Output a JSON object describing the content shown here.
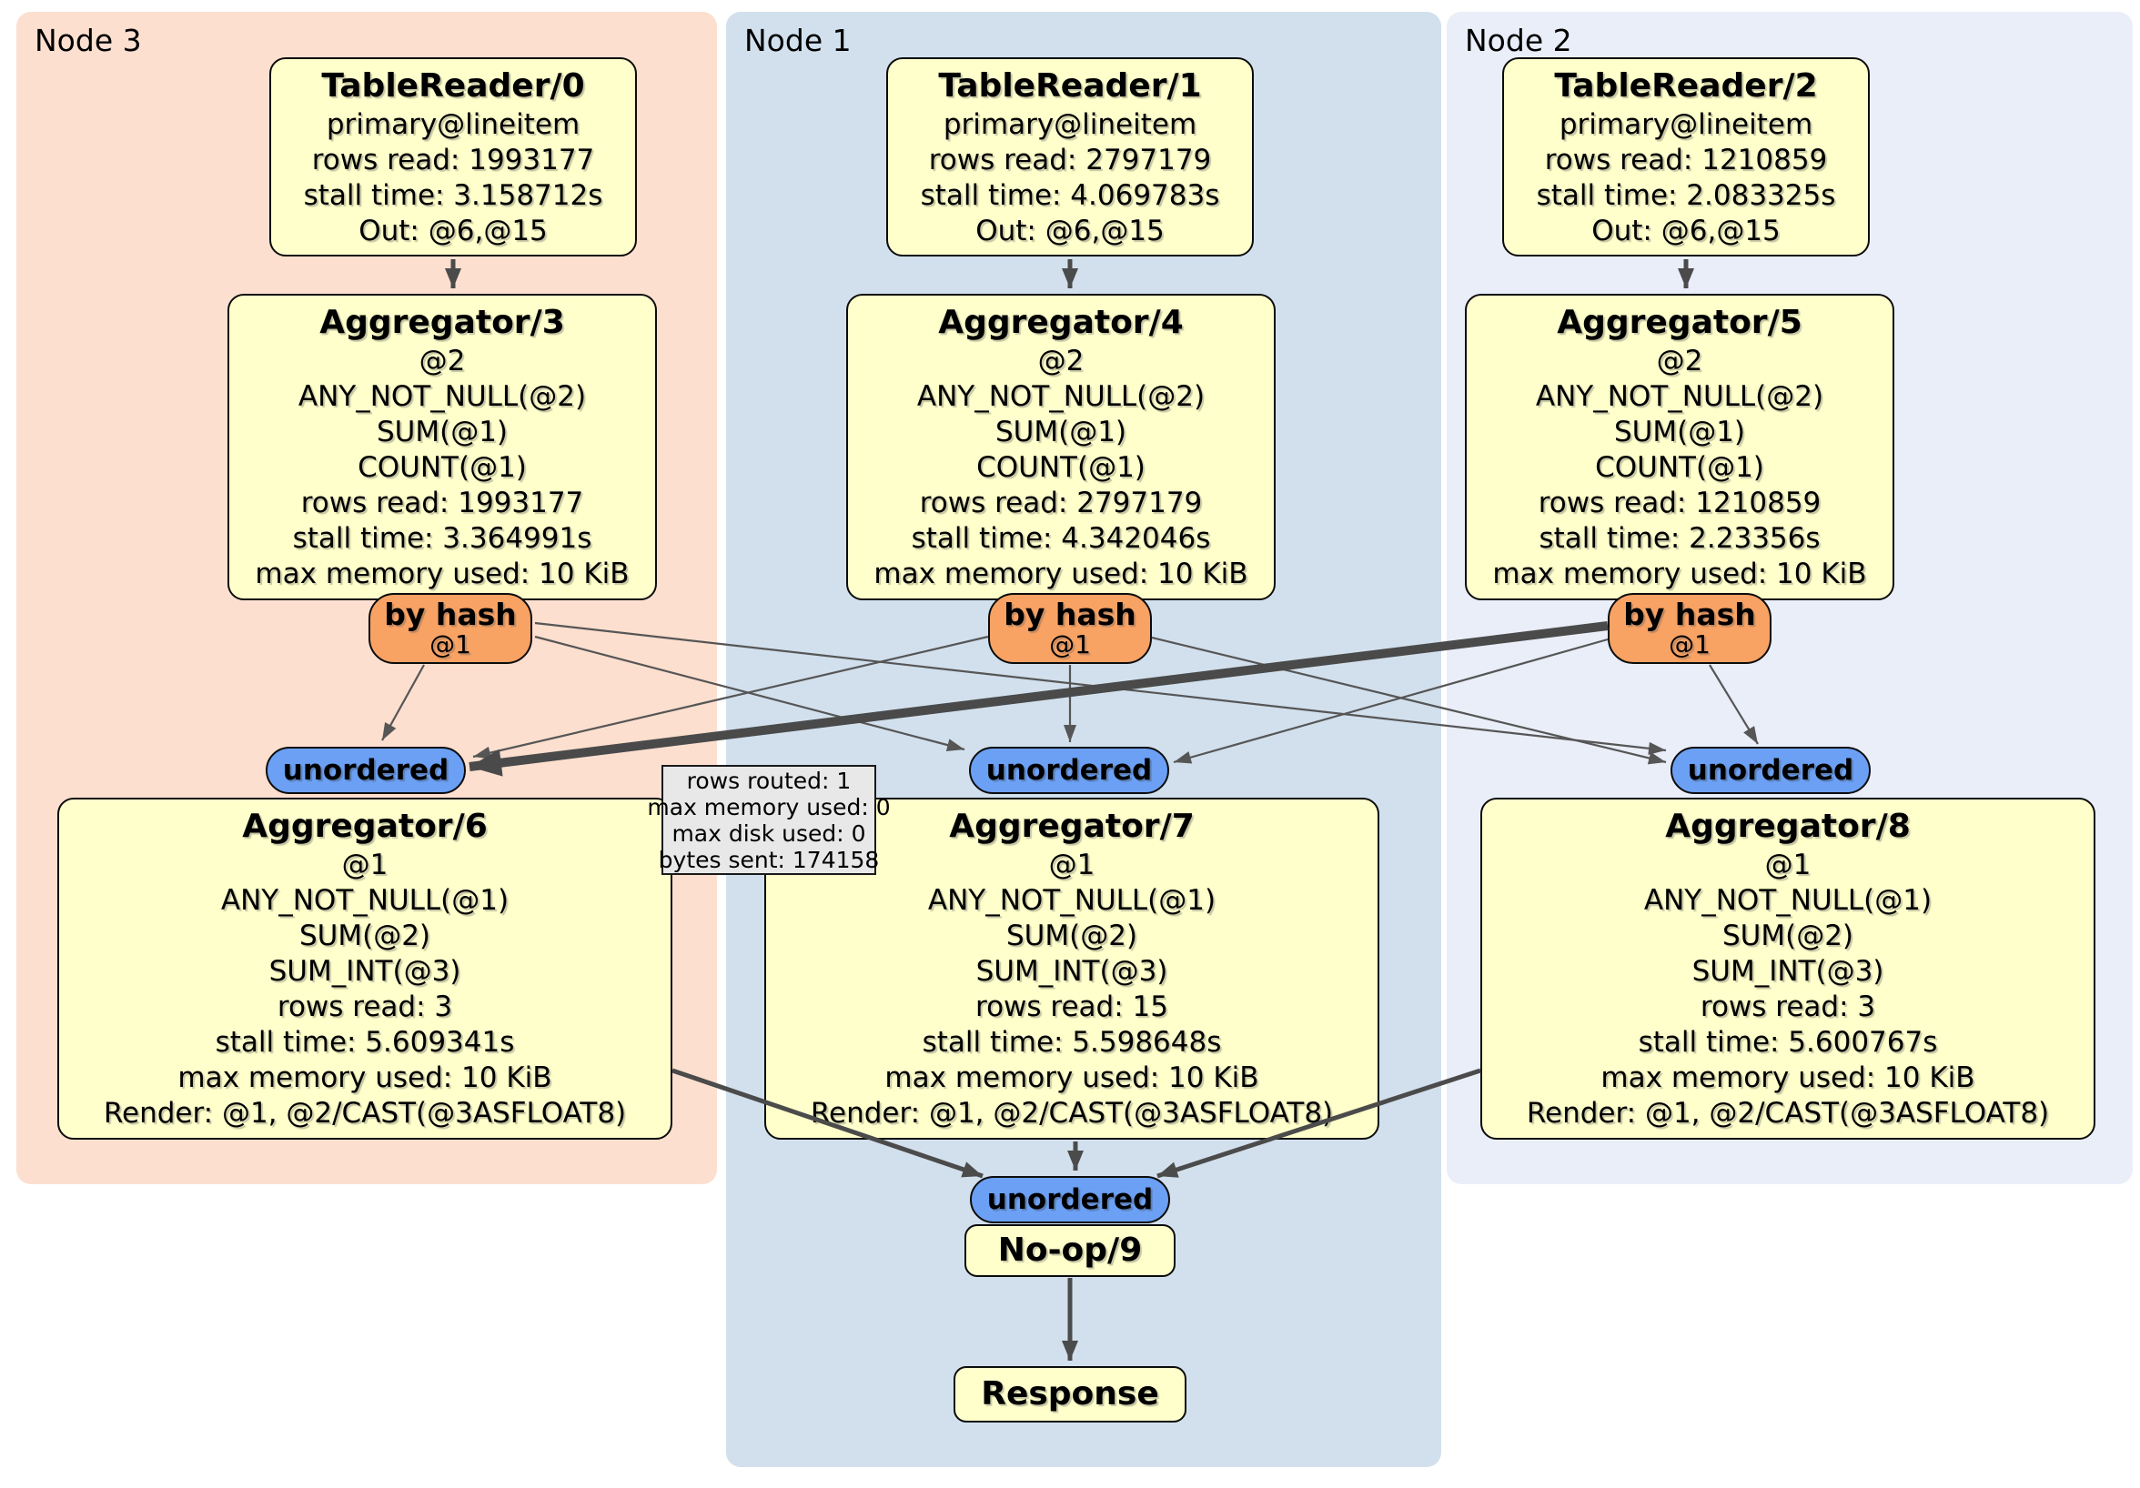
{
  "regions": [
    {
      "label": "Node 3"
    },
    {
      "label": "Node 1"
    },
    {
      "label": "Node 2"
    }
  ],
  "processors": {
    "tr0": {
      "title": "TableReader/0",
      "lines": [
        "primary@lineitem",
        "rows read: 1993177",
        "stall time: 3.158712s",
        "Out: @6,@15"
      ]
    },
    "tr1": {
      "title": "TableReader/1",
      "lines": [
        "primary@lineitem",
        "rows read: 2797179",
        "stall time: 4.069783s",
        "Out: @6,@15"
      ]
    },
    "tr2": {
      "title": "TableReader/2",
      "lines": [
        "primary@lineitem",
        "rows read: 1210859",
        "stall time: 2.083325s",
        "Out: @6,@15"
      ]
    },
    "agg3": {
      "title": "Aggregator/3",
      "lines": [
        "@2",
        "ANY_NOT_NULL(@2)",
        "SUM(@1)",
        "COUNT(@1)",
        "rows read: 1993177",
        "stall time: 3.364991s",
        "max memory used: 10 KiB"
      ]
    },
    "agg4": {
      "title": "Aggregator/4",
      "lines": [
        "@2",
        "ANY_NOT_NULL(@2)",
        "SUM(@1)",
        "COUNT(@1)",
        "rows read: 2797179",
        "stall time: 4.342046s",
        "max memory used: 10 KiB"
      ]
    },
    "agg5": {
      "title": "Aggregator/5",
      "lines": [
        "@2",
        "ANY_NOT_NULL(@2)",
        "SUM(@1)",
        "COUNT(@1)",
        "rows read: 1210859",
        "stall time: 2.23356s",
        "max memory used: 10 KiB"
      ]
    },
    "agg6": {
      "title": "Aggregator/6",
      "lines": [
        "@1",
        "ANY_NOT_NULL(@1)",
        "SUM(@2)",
        "SUM_INT(@3)",
        "rows read: 3",
        "stall time: 5.609341s",
        "max memory used: 10 KiB",
        "Render: @1, @2/CAST(@3ASFLOAT8)"
      ]
    },
    "agg7": {
      "title": "Aggregator/7",
      "lines": [
        "@1",
        "ANY_NOT_NULL(@1)",
        "SUM(@2)",
        "SUM_INT(@3)",
        "rows read: 15",
        "stall time: 5.598648s",
        "max memory used: 10 KiB",
        "Render: @1, @2/CAST(@3ASFLOAT8)"
      ]
    },
    "agg8": {
      "title": "Aggregator/8",
      "lines": [
        "@1",
        "ANY_NOT_NULL(@1)",
        "SUM(@2)",
        "SUM_INT(@3)",
        "rows read: 3",
        "stall time: 5.600767s",
        "max memory used: 10 KiB",
        "Render: @1, @2/CAST(@3ASFLOAT8)"
      ]
    },
    "noop9": {
      "title": "No-op/9"
    },
    "response": {
      "title": "Response"
    }
  },
  "routers": {
    "by_hash": {
      "label": "by hash",
      "detail": "@1"
    },
    "unordered": {
      "label": "unordered"
    }
  },
  "tooltip": {
    "lines": [
      "rows routed: 1",
      "max memory used: 0",
      "max disk used: 0",
      "bytes sent: 174158"
    ]
  },
  "edges": [
    {
      "from": "TableReader/0",
      "to": "Aggregator/3"
    },
    {
      "from": "TableReader/1",
      "to": "Aggregator/4"
    },
    {
      "from": "TableReader/2",
      "to": "Aggregator/5"
    },
    {
      "from": "by-hash-node3",
      "to": "unordered-node3"
    },
    {
      "from": "by-hash-node3",
      "to": "unordered-node1"
    },
    {
      "from": "by-hash-node3",
      "to": "unordered-node2"
    },
    {
      "from": "by-hash-node1",
      "to": "unordered-node3"
    },
    {
      "from": "by-hash-node1",
      "to": "unordered-node1"
    },
    {
      "from": "by-hash-node1",
      "to": "unordered-node2"
    },
    {
      "from": "by-hash-node2",
      "to": "unordered-node3",
      "highlighted": true
    },
    {
      "from": "by-hash-node2",
      "to": "unordered-node1"
    },
    {
      "from": "by-hash-node2",
      "to": "unordered-node2"
    },
    {
      "from": "Aggregator/6",
      "to": "unordered-final"
    },
    {
      "from": "Aggregator/7",
      "to": "unordered-final"
    },
    {
      "from": "Aggregator/8",
      "to": "unordered-final"
    },
    {
      "from": "No-op/9",
      "to": "Response"
    }
  ],
  "colors": {
    "node3_bg": "#fcdfcf",
    "node1_bg": "#d2e0ed",
    "node2_bg": "#eaeef9",
    "processor_bg": "#ffffcc",
    "hash_router_bg": "#f8a264",
    "unordered_bg": "#6ba0f4",
    "tooltip_bg": "#e8e8e8",
    "edge": "#4a4a4a"
  }
}
